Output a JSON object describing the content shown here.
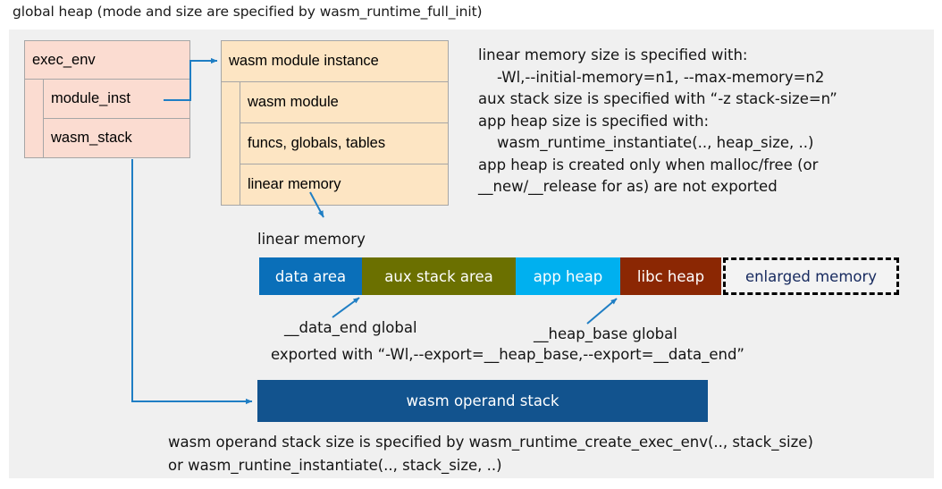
{
  "title": "global heap (mode and size are specified by wasm_runtime_full_init)",
  "exec_env": {
    "header": "exec_env",
    "rows": [
      "module_inst",
      "wasm_stack"
    ]
  },
  "module_instance": {
    "header": "wasm module instance",
    "rows": [
      "wasm module",
      "funcs, globals, tables",
      "linear memory"
    ]
  },
  "notes": "linear memory size is specified with:\n    -Wl,--initial-memory=n1, --max-memory=n2\naux stack size is specified with “-z stack-size=n”\napp heap size is specified with:\n    wasm_runtime_instantiate(.., heap_size, ..)\napp heap is created only when malloc/free (or\n__new/__release for as) are not exported",
  "linear_memory": {
    "label": "linear memory",
    "segments": [
      {
        "label": "data area",
        "color": "#0a6fb9",
        "text_color": "#ffffff",
        "width": 115,
        "style": "solid"
      },
      {
        "label": "aux stack area",
        "color": "#6b7000",
        "text_color": "#ffffff",
        "width": 172,
        "style": "solid"
      },
      {
        "label": "app heap",
        "color": "#00b0ef",
        "text_color": "#ffffff",
        "width": 117,
        "style": "solid"
      },
      {
        "label": "libc heap",
        "color": "#8b2703",
        "text_color": "#ffffff",
        "width": 113,
        "style": "solid"
      },
      {
        "label": "enlarged memory",
        "color": "#f3f3f3",
        "text_color": "#16295e",
        "width": 197,
        "style": "dashed"
      }
    ]
  },
  "callouts": {
    "data_end": "__data_end global",
    "heap_base": "__heap_base global",
    "exported": "exported with “-Wl,--export=__heap_base,--export=__data_end”"
  },
  "operand_stack": {
    "label": "wasm operand stack",
    "color": "#12538e"
  },
  "bottom_note": "wasm operand stack size is specified by wasm_runtime_create_exec_env(.., stack_size)\nor wasm_runtine_instantiate(.., stack_size, ..)",
  "colors": {
    "panel_background": "#f0f0f0",
    "exec_env_fill": "#fbdcd1",
    "module_instance_fill": "#fde5c3",
    "box_border": "#a6a6a6",
    "connector": "#1f7ec4",
    "page_background": "#ffffff"
  }
}
